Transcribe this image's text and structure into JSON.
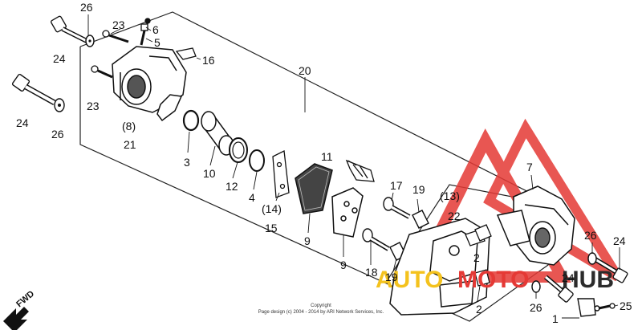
{
  "callouts": {
    "c26a": "26",
    "c23a": "23",
    "c6": "6",
    "c5": "5",
    "c24a": "24",
    "c16": "16",
    "c23b": "23",
    "c20": "20",
    "c24b": "24",
    "c26b": "26",
    "c8": "(8)",
    "c21": "21",
    "c3": "3",
    "c10": "10",
    "c12": "12",
    "c4": "4",
    "c11": "11",
    "c14": "(14)",
    "c15": "15",
    "c9a": "9",
    "c9b": "9",
    "c17": "17",
    "c19a": "19",
    "c13": "(13)",
    "c22": "22",
    "c18": "18",
    "c19b": "19",
    "c7": "7",
    "c2a": "2",
    "c2b": "2",
    "c26c": "26",
    "c24c": "24",
    "c24d": "24",
    "c26d": "26",
    "c25": "25",
    "c1": "1"
  },
  "fwd_label": "FWD",
  "copyright": {
    "line1": "Copyright",
    "line2": "Page design (c) 2004 - 2014 by ARI Network Services, Inc."
  },
  "watermark": {
    "text_auto": "AUTO",
    "text_moto": "MOTO",
    "text_hub": "HUB",
    "accent_color": "#e53935",
    "yellow_color": "#f4c21d",
    "dark_color": "#2b2b2b"
  }
}
